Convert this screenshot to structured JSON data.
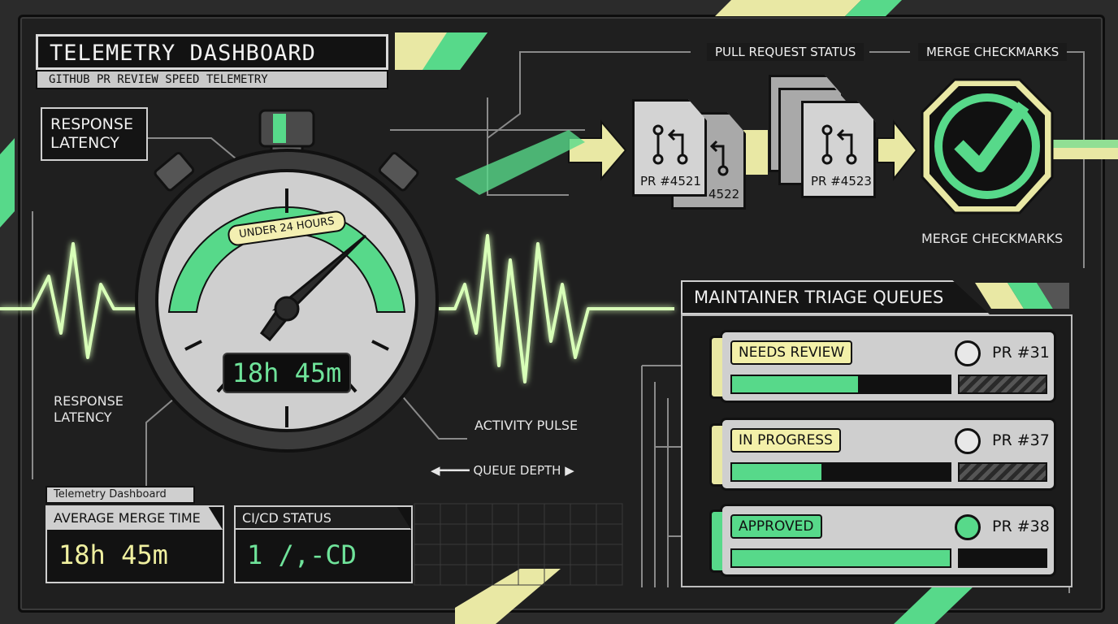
{
  "header": {
    "title": "TELEMETRY DASHBOARD",
    "subtitle": "GITHUB PR REVIEW SPEED TELEMETRY"
  },
  "labels": {
    "response_latency_box": "RESPONSE LATENCY",
    "response_latency_caption": "RESPONSE LATENCY",
    "activity_pulse": "ACTIVITY PULSE",
    "queue_depth": "QUEUE DEPTH",
    "pull_request_status": "PULL REQUEST STATUS",
    "merge_checkmarks_top": "MERGE CHECKMARKS",
    "merge_checkmarks_caption": "MERGE CHECKMARKS"
  },
  "stopwatch": {
    "arc_label": "UNDER 24 HOURS",
    "readout": "18h 45m"
  },
  "pull_requests": [
    {
      "label": "PR #4521"
    },
    {
      "label": "4522"
    },
    {
      "label": "PR #4523"
    }
  ],
  "triage": {
    "title": "MAINTAINER TRIAGE QUEUES",
    "queues": [
      {
        "status": "NEEDS REVIEW",
        "pr": "PR #31",
        "progress": 0.58,
        "badge_color": "#f3f0a9"
      },
      {
        "status": "IN PROGRESS",
        "pr": "PR #37",
        "progress": 0.41,
        "badge_color": "#f3f0a9"
      },
      {
        "status": "APPROVED",
        "pr": "PR #38",
        "progress": 1.0,
        "badge_color": "#57d98a"
      }
    ]
  },
  "stats": {
    "tag": "Telemetry Dashboard",
    "average_merge_time": {
      "label": "AVERAGE MERGE TIME",
      "value": "18h 45m"
    },
    "ci_cd_status": {
      "label": "CI/CD STATUS",
      "value": "1 /,-CD"
    }
  },
  "colors": {
    "accent_green": "#57d98a",
    "accent_yellow": "#f3f0a9",
    "pulse_glow": "#d8ffb8",
    "readout_green": "#6fe39a"
  }
}
